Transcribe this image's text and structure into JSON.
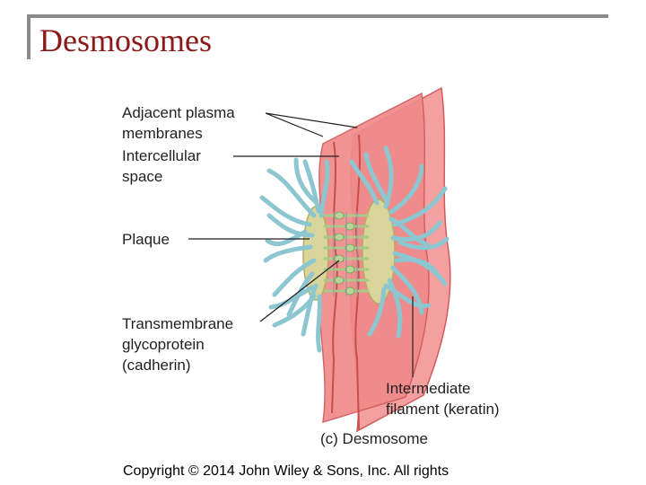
{
  "slide": {
    "title": "Desmosomes",
    "copyright": "Copyright © 2014 John Wiley & Sons, Inc. All rights"
  },
  "diagram": {
    "labels": {
      "adjacent_line1": "Adjacent plasma",
      "adjacent_line2": "membranes",
      "intercellular_line1": "Intercellular",
      "intercellular_line2": "space",
      "plaque": "Plaque",
      "transmembrane_line1": "Transmembrane",
      "transmembrane_line2": "glycoprotein",
      "transmembrane_line3": "(cadherin)",
      "filament_line1": "Intermediate",
      "filament_line2": "filament (keratin)",
      "caption": "(c) Desmosome"
    },
    "colors": {
      "membrane": "#f08a8a",
      "membrane_edge": "#d25a5a",
      "plaque": "#d9d59a",
      "filament": "#8cc6d0",
      "cadherin": "#a9c98a",
      "title": "#8b1a1a"
    }
  }
}
